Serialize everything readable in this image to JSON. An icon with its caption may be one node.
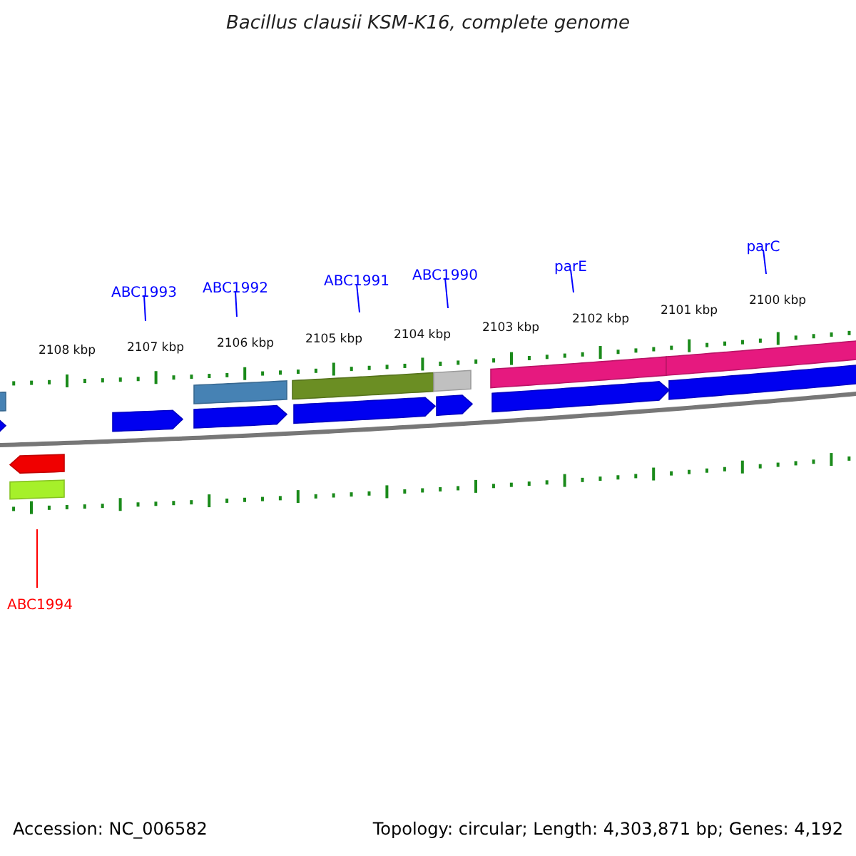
{
  "diagram": {
    "title": "Bacillus clausii KSM-K16, complete genome",
    "nodes": [
      {
        "text": [
          "ABC1993"
        ]
      },
      {
        "text": [
          "ABC1992"
        ]
      },
      {
        "text": [
          "ABC1991"
        ]
      },
      {
        "text": [
          "ABC1990"
        ]
      },
      {
        "text": [
          "parE"
        ]
      },
      {
        "text": [
          "parC"
        ]
      },
      {
        "text": [
          "ABC1994"
        ]
      }
    ],
    "edges": [
      {
        "from": 0,
        "to": null,
        "arrow": "none"
      },
      {
        "from": 1,
        "to": null,
        "arrow": "none"
      },
      {
        "from": 2,
        "to": null,
        "arrow": "none"
      },
      {
        "from": 3,
        "to": null,
        "arrow": "none"
      },
      {
        "from": 4,
        "to": null,
        "arrow": "none"
      },
      {
        "from": 5,
        "to": null,
        "arrow": "none"
      },
      {
        "from": 6,
        "to": null,
        "arrow": "none",
        "color": "#ff0000"
      }
    ],
    "labels": [
      "2108 kbp",
      "2107 kbp",
      "2106 kbp",
      "2105 kbp",
      "2104 kbp",
      "2103 kbp",
      "2102 kbp",
      "2101 kbp",
      "2100 kbp",
      "Accession: NC_006582",
      "Topology: circular; Length: 4,303,871 bp; Genes: 4,192"
    ]
  }
}
